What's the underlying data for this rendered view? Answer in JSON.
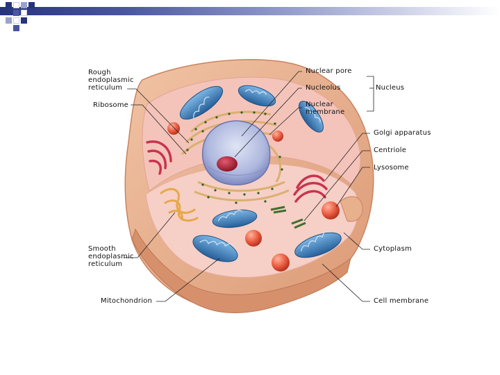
{
  "diagram": {
    "labels": {
      "rough_er": "Rough\nendoplasmic\nreticulum",
      "ribosome": "Ribosome",
      "nuclear_pore": "Nuclear pore",
      "nucleolus": "Nucleolus",
      "nuclear_membrane": "Nuclear\nmembrane",
      "nucleus": "Nucleus",
      "golgi": "Golgi apparatus",
      "centriole": "Centriole",
      "lysosome": "Lysosome",
      "smooth_er": "Smooth\nendoplasmic\nreticulum",
      "cytoplasm": "Cytoplasm",
      "mitochondrion": "Mitochondrion",
      "cell_membrane": "Cell membrane"
    }
  },
  "colors": {
    "header_band": "#27337e",
    "membrane": "#e8b08c",
    "cytoplasm": "#f3c0b6",
    "mitochondria": "#3f86c1",
    "lysosome": "#e2573f",
    "nucleus": "#b5bfe0",
    "nucleolus": "#b8233a",
    "golgi": "#c83450",
    "smooth_er": "#e6a84a"
  }
}
